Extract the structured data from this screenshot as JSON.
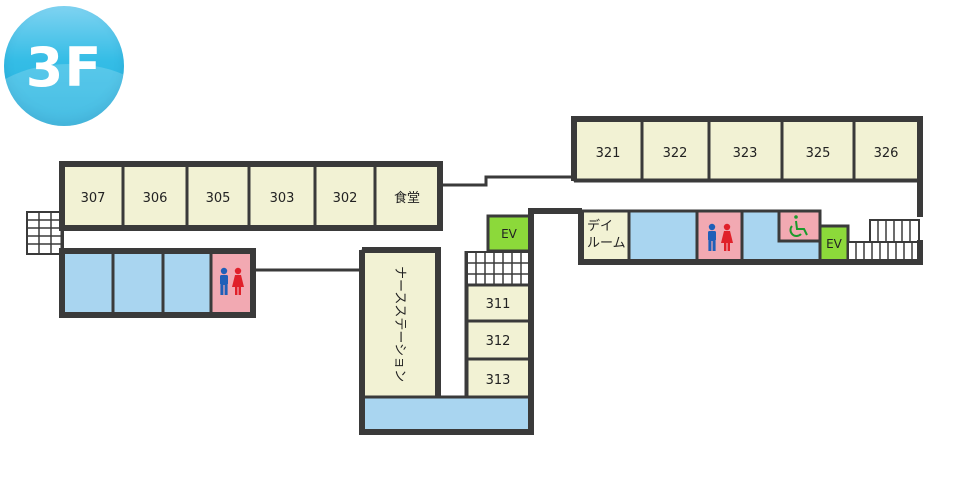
{
  "floor": {
    "label": "3F"
  },
  "rooms": {
    "r307": "307",
    "r306": "306",
    "r305": "305",
    "r303": "303",
    "r302": "302",
    "dining": "食堂",
    "r321": "321",
    "r322": "322",
    "r323": "323",
    "r325": "325",
    "r326": "326",
    "r311": "311",
    "r312": "312",
    "r313": "313",
    "ev_center": "EV",
    "ev_right": "EV",
    "day_room_line1": "デイ",
    "day_room_line2": "ルーム",
    "nurse_station": "ナースステーション"
  },
  "icons": {
    "restroom": "restroom-icon",
    "wheelchair": "wheelchair-icon",
    "stairs": "stairs-icon",
    "elevator": "elevator-icon"
  },
  "colors": {
    "room_fill": "#f2f2d4",
    "wet_area": "#a9d5f0",
    "restroom": "#f2a9b2",
    "elevator": "#8cd93a",
    "wall": "#3a3a3a",
    "badge": "#35bde6"
  }
}
